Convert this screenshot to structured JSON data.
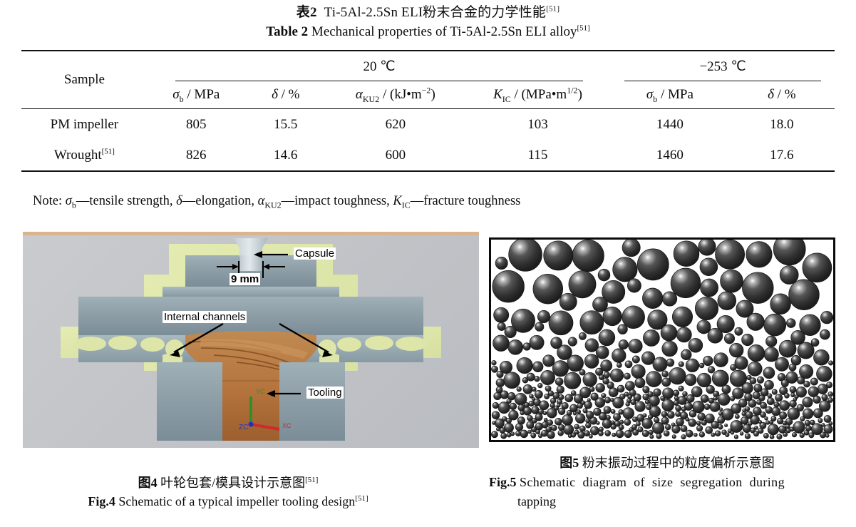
{
  "table": {
    "title_cn_label": "表2",
    "title_cn_text": "Ti-5Al-2.5Sn ELI粉末合金的力学性能",
    "title_cn_ref": "[51]",
    "title_en_label": "Table 2",
    "title_en_text": "Mechanical properties of Ti-5Al-2.5Sn ELI alloy",
    "title_en_ref": "[51]",
    "header_sample": "Sample",
    "group_warm": "20 ℃",
    "group_cryo": "−253 ℃",
    "columns": [
      {
        "sym": "σ",
        "sub": "b",
        "unit": "/ MPa"
      },
      {
        "sym": "δ",
        "sub": "",
        "unit": "/ %"
      },
      {
        "sym": "α",
        "sub": "KU2",
        "unit": "/ (kJ•m",
        "sup": "−2",
        "unit_tail": ")"
      },
      {
        "sym": "K",
        "sub": "IC",
        "unit": "/ (MPa•m",
        "sup": "1/2",
        "unit_tail": ")"
      },
      {
        "sym": "σ",
        "sub": "b",
        "unit": "/ MPa"
      },
      {
        "sym": "δ",
        "sub": "",
        "unit": "/ %"
      }
    ],
    "rows": [
      {
        "sample": "PM impeller",
        "sample_ref": "",
        "values": [
          "805",
          "15.5",
          "620",
          "103",
          "1440",
          "18.0"
        ]
      },
      {
        "sample": "Wrought",
        "sample_ref": "[51]",
        "values": [
          "826",
          "14.6",
          "600",
          "115",
          "1460",
          "17.6"
        ]
      }
    ],
    "note_prefix": "Note: ",
    "note_items": [
      {
        "sym": "σ",
        "sub": "b",
        "desc": "—tensile strength, "
      },
      {
        "sym": "δ",
        "sub": "",
        "desc": "—elongation, "
      },
      {
        "sym": "α",
        "sub": "KU2",
        "desc": "—impact toughness, "
      },
      {
        "sym": "K",
        "sub": "IC",
        "desc": "—fracture toughness"
      }
    ]
  },
  "figure4": {
    "labels": {
      "capsule": "Capsule",
      "internal_channels": "Internal channels",
      "tooling": "Tooling",
      "dimension": "9 mm"
    },
    "axis_triad": {
      "y": "YC",
      "z": "ZC",
      "x": "XC"
    },
    "colors": {
      "background": "#c4c6c9",
      "capsule": "#dde5a8",
      "tooling": "#8fa0a8",
      "impeller": "#b5733c",
      "top_strip": "#d9b48f"
    },
    "caption_cn_label": "图4",
    "caption_cn_text": "叶轮包套/模具设计示意图",
    "caption_cn_ref": "[51]",
    "caption_en_label": "Fig.4",
    "caption_en_text": "Schematic of a typical impeller tooling design",
    "caption_en_ref": "[51]"
  },
  "figure5": {
    "caption_cn_label": "图5",
    "caption_cn_text": "粉末振动过程中的粒度偏析示意图",
    "caption_en_label": "Fig.5",
    "caption_en_text_line1": "Schematic diagram of size segregation during",
    "caption_en_text_line2": "tapping",
    "colors": {
      "sphere": "#3a3a3a",
      "border": "#0a0a0a",
      "background": "#ffffff"
    }
  }
}
